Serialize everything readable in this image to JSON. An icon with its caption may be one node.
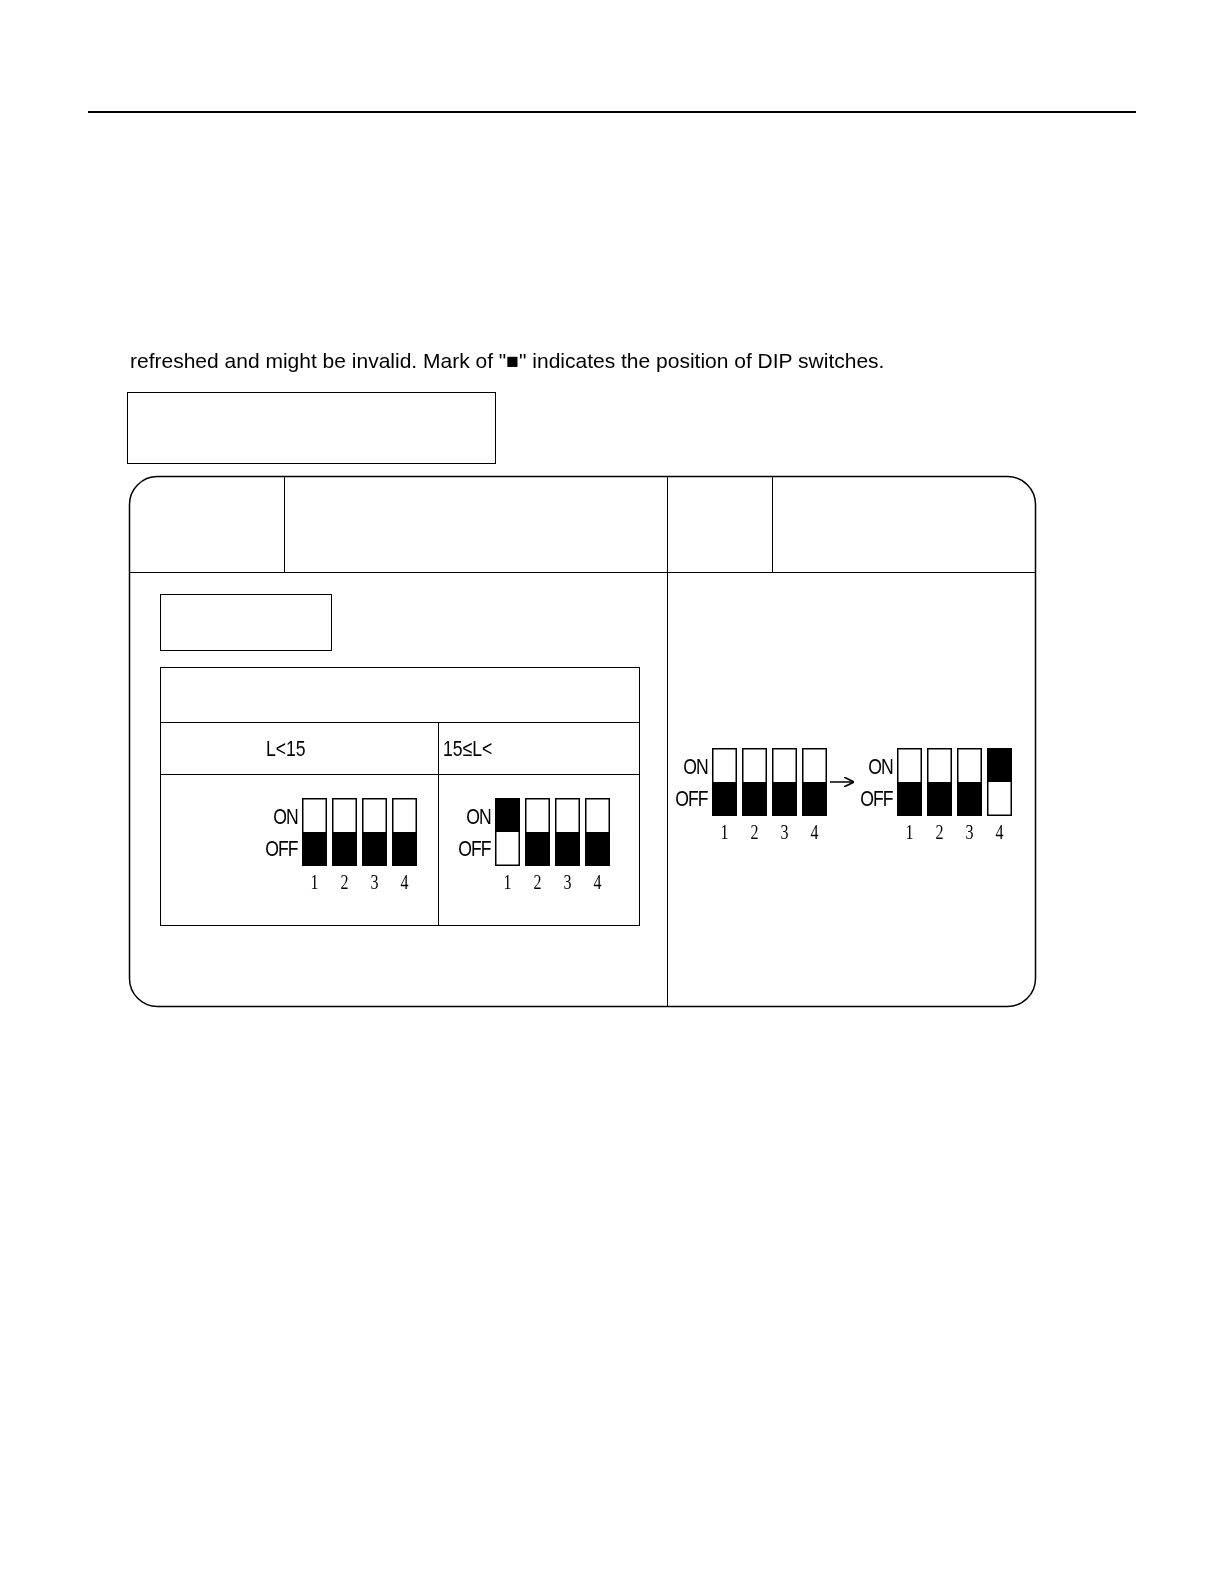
{
  "diagram": {
    "nodes": [
      {
        "text": [],
        "shape": "box"
      },
      {
        "text": [],
        "shape": "box"
      },
      {
        "text": [
          "ON",
          "OFF",
          "1",
          "2",
          "3",
          "4"
        ]
      },
      {
        "text": [
          "ON",
          "OFF",
          "1",
          "2",
          "3",
          "4"
        ]
      },
      {
        "text": [
          "ON",
          "OFF",
          "1",
          "2",
          "3",
          "4"
        ]
      },
      {
        "text": [
          "ON",
          "OFF",
          "1",
          "2",
          "3",
          "4"
        ]
      }
    ],
    "edges": [
      {
        "from": 4,
        "to": 5,
        "arrow": "to"
      }
    ],
    "labels": [
      "refreshed and might be invalid. Mark of \"■\" indicates the position of DIP switches.",
      "L<15",
      "15≤L<"
    ]
  }
}
